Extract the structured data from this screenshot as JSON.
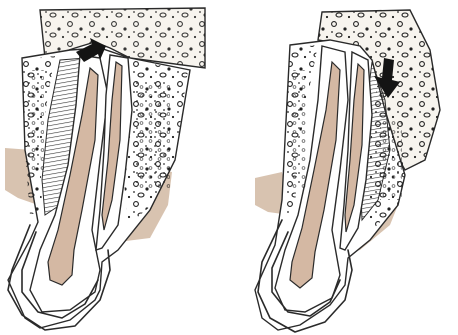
{
  "figure": {
    "panels": [
      {
        "id": "left",
        "arrow": "pointing-down-left"
      },
      {
        "id": "right",
        "arrow": "pointing-down"
      }
    ],
    "colors": {
      "gum": "#d8c3b0",
      "pulp": "#d4b8a3",
      "bone": "#f7f4ee",
      "ink": "#2a2a2a"
    }
  }
}
